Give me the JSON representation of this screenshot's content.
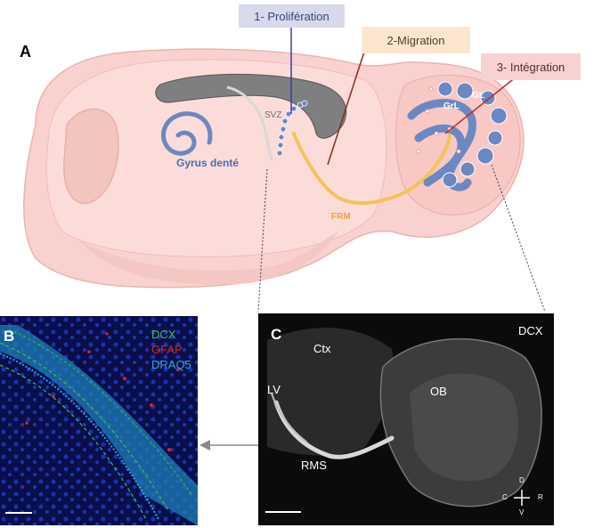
{
  "panels": {
    "a_letter": "A",
    "b_letter": "B",
    "c_letter": "C"
  },
  "steps": {
    "proliferation": "1- Prolifération",
    "migration": "2-Migration",
    "integration": "3- Intégration"
  },
  "brain_labels": {
    "gyrus": "Gyrus denté",
    "svz": "SVZ",
    "frm": "FRM",
    "gl": "GL",
    "grl": "GrL"
  },
  "panel_b": {
    "dcx": "DCX",
    "gfap": "GFAP",
    "draq5": "DRAQ5"
  },
  "panel_c": {
    "dcx": "DCX",
    "ctx": "Ctx",
    "lv": "LV",
    "ob": "OB",
    "rms": "RMS",
    "dir_d": "D",
    "dir_v": "V",
    "dir_c": "C",
    "dir_r": "R"
  },
  "colors": {
    "brain_fill": "#f9d2cf",
    "brain_stroke": "#eab3ae",
    "prolif_box": "#d9d9ec",
    "migration_box": "#fde6cf",
    "integration_box": "#f8d2d2",
    "blue_cells": "#6b88c2",
    "migration_stream": "#f3c35a",
    "dcx_green": "#39c24a",
    "gfap_red": "#e02020",
    "draq5_blue": "#2aa8d8"
  }
}
